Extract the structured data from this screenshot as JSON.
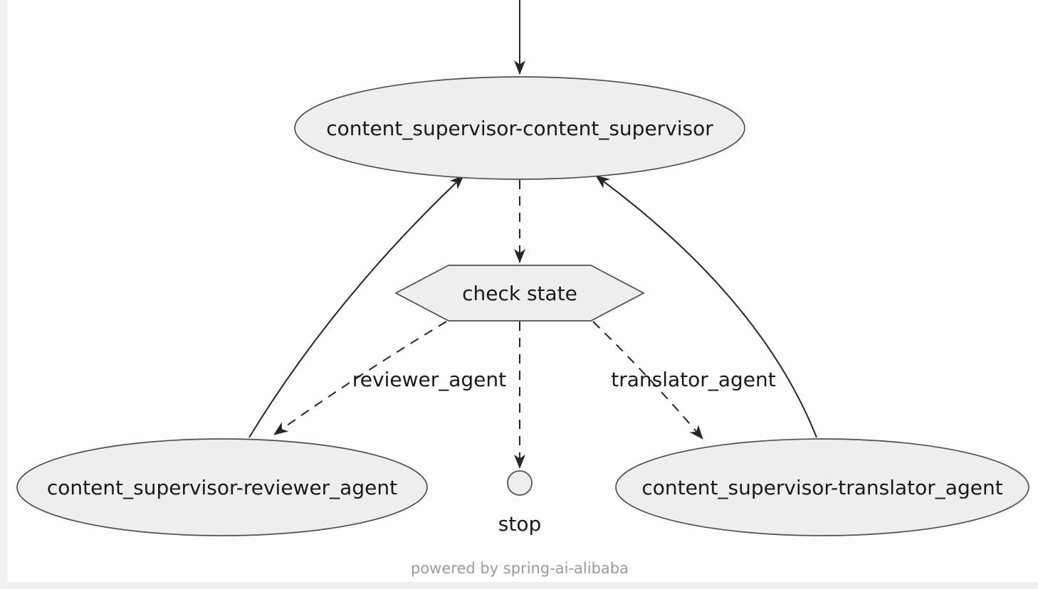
{
  "diagram": {
    "nodes": {
      "supervisor": {
        "label": "content_supervisor-content_supervisor"
      },
      "check_state": {
        "label": "check state"
      },
      "reviewer": {
        "label": "content_supervisor-reviewer_agent"
      },
      "translator": {
        "label": "content_supervisor-translator_agent"
      },
      "stop": {
        "label": "stop"
      }
    },
    "edge_labels": {
      "reviewer": "reviewer_agent",
      "translator": "translator_agent"
    },
    "footer": "powered by spring-ai-alibaba",
    "colors": {
      "page_bg": "#f0f0f0",
      "canvas": "#fdfdfd",
      "node_fill": "#eeeeee",
      "node_stroke": "#4f4f4f",
      "edge": "#262626",
      "text": "#191919",
      "footer_text": "#9b9b9b"
    }
  }
}
